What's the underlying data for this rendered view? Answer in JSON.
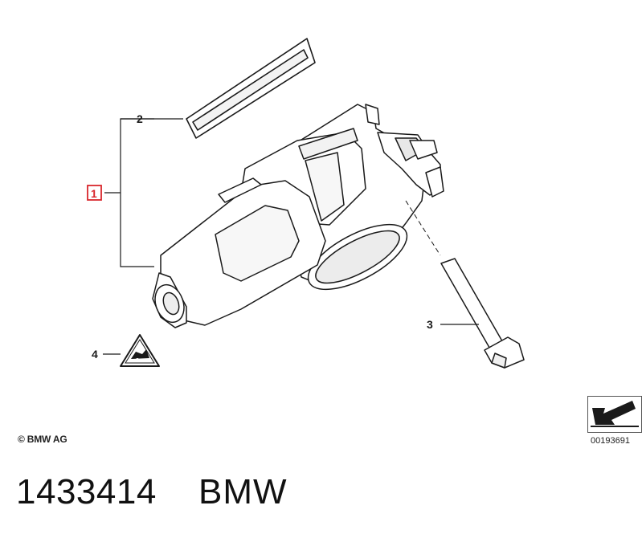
{
  "callouts": {
    "c1": "1",
    "c2": "2",
    "c3": "3",
    "c4": "4"
  },
  "copyright": "© BMW AG",
  "diagram_ref": "00193691",
  "part_number": "1433414",
  "brand": "BMW",
  "colors": {
    "highlight": "#d9262c",
    "line": "#1a1a1a"
  },
  "icons": {
    "warning_triangle": "warning-triangle-icon",
    "direction_arrow": "arrow-icon"
  }
}
